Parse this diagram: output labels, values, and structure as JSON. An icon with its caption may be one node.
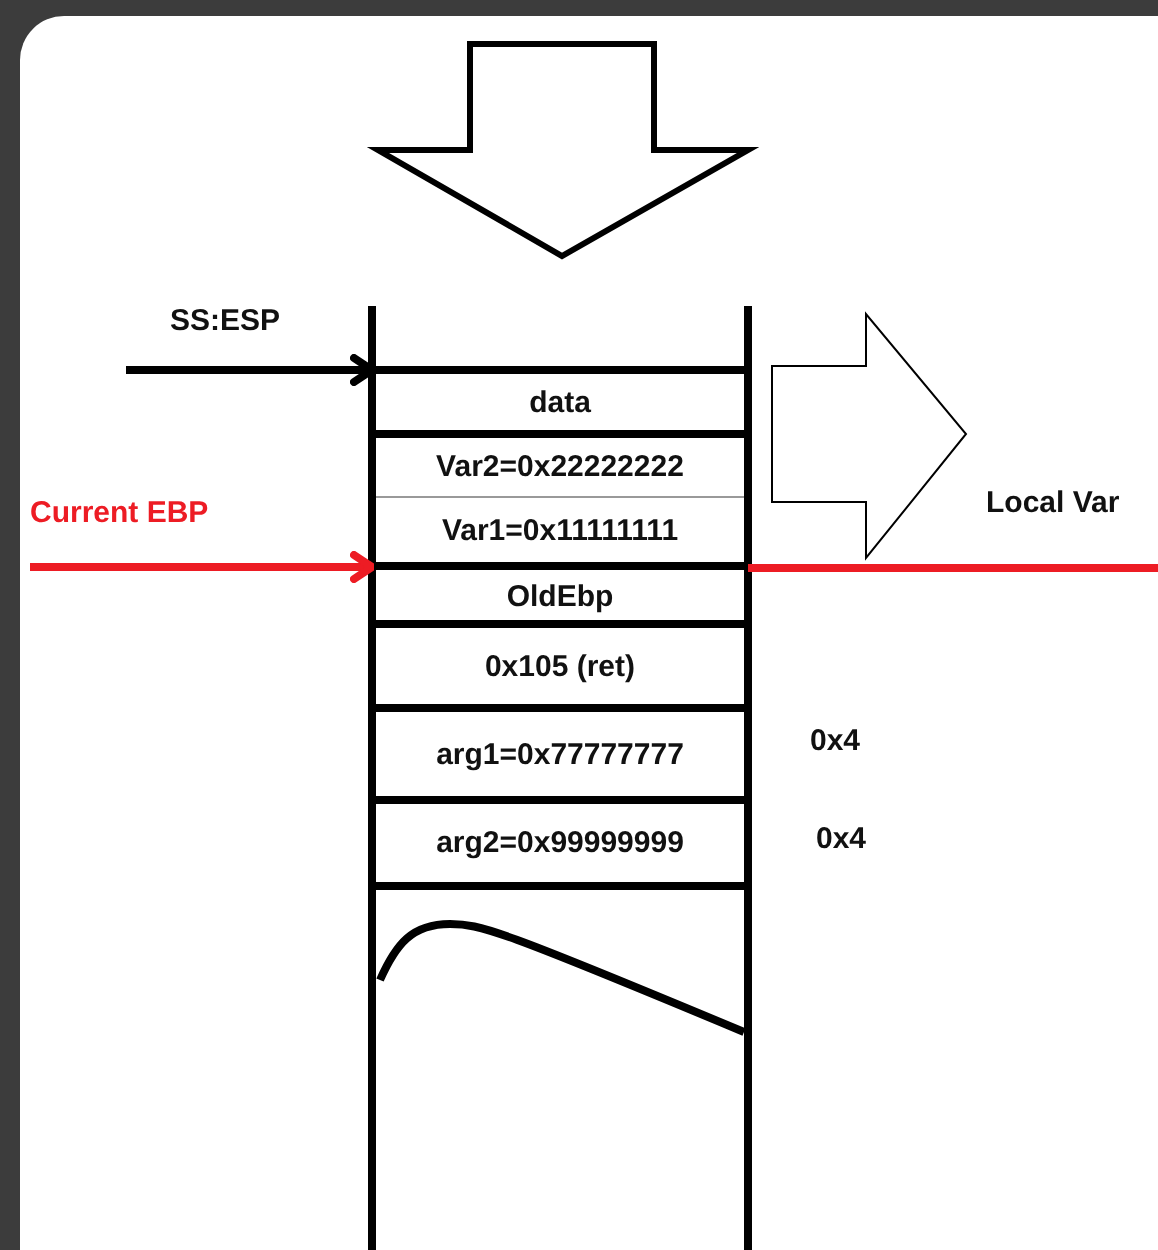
{
  "diagram": {
    "nodes": [
      {
        "text": [
          "data"
        ]
      },
      {
        "text": [
          "Var2=0x22222222"
        ]
      },
      {
        "text": [
          "Var1=0x11111111"
        ]
      },
      {
        "text": [
          "OldEbp"
        ]
      },
      {
        "text": [
          "0x105 (ret)"
        ]
      },
      {
        "text": [
          "arg1=0x77777777"
        ],
        "beside": [
          "0x4"
        ]
      },
      {
        "text": [
          "arg2=0x99999999"
        ],
        "beside": [
          "0x4"
        ]
      },
      {
        "text": [
          "Current EBP"
        ]
      },
      {
        "text": [
          "Local Var"
        ]
      }
    ],
    "edges": [
      {
        "from": null,
        "to": 0,
        "arrow": "to",
        "color": "#000000"
      },
      {
        "from": 7,
        "to": 3,
        "arrow": "to",
        "color": "#ed1c24"
      },
      {
        "from": 3,
        "to": 8,
        "arrow": "none",
        "color": "#ed1c24"
      },
      {
        "from": 2,
        "to": 8,
        "arrow": "to",
        "style": "thick",
        "color": "#000000"
      }
    ],
    "labels": [
      "SS:ESP"
    ]
  }
}
